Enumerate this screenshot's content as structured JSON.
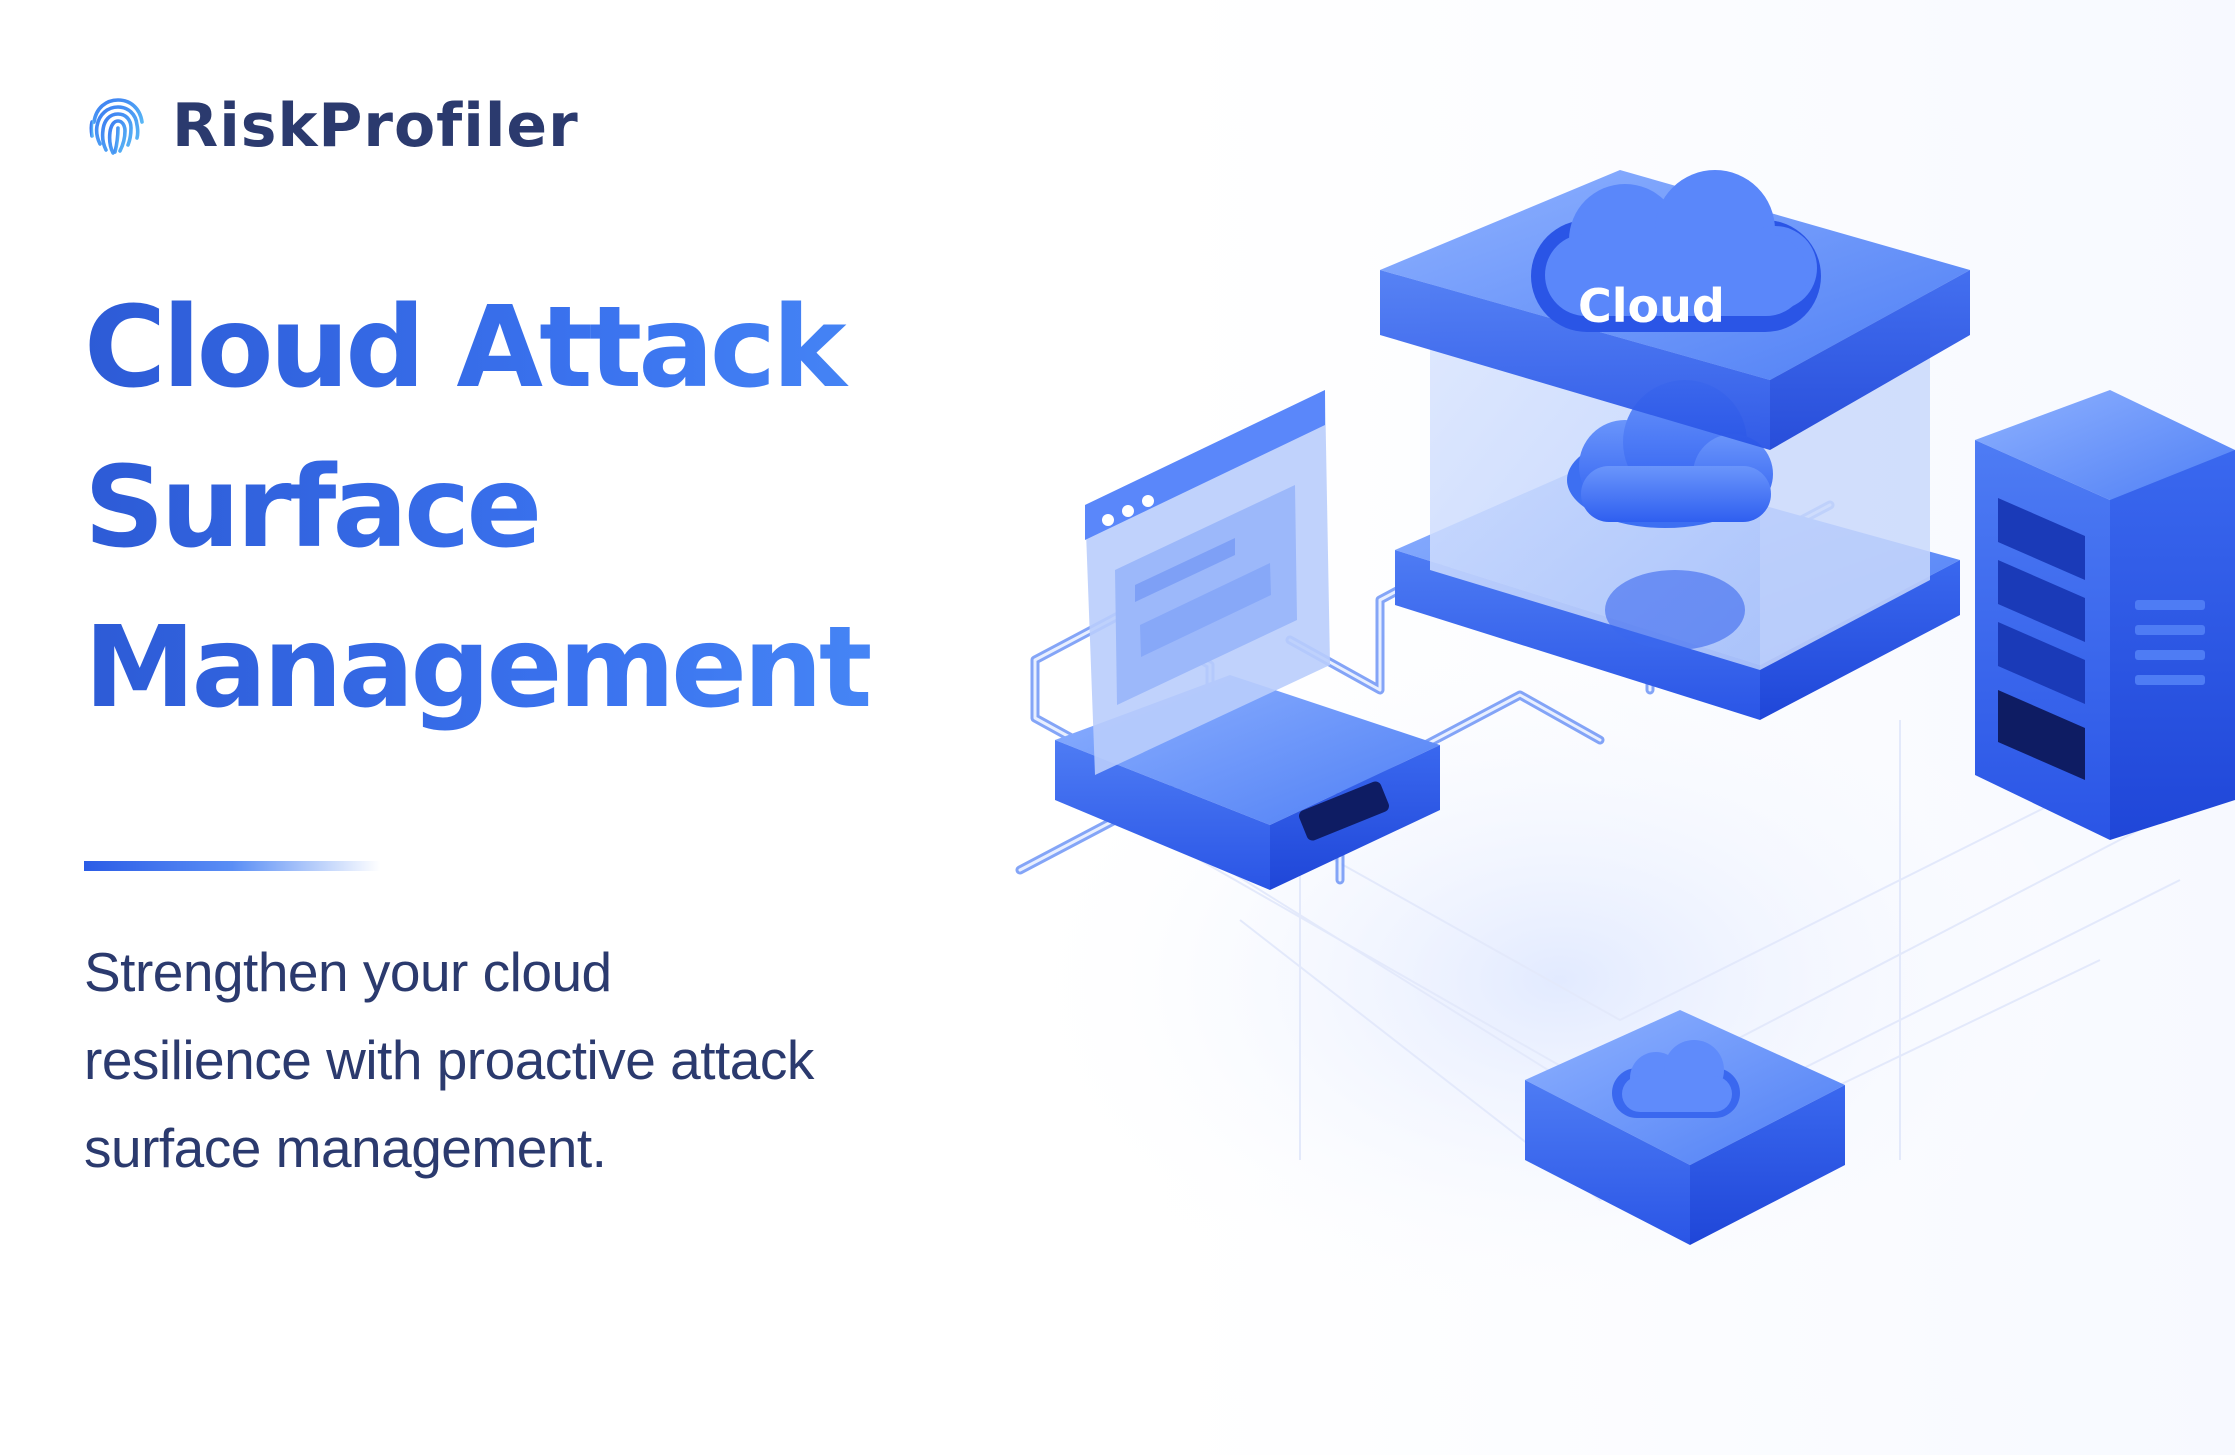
{
  "brand": {
    "name": "RiskProfiler",
    "icon": "fingerprint-icon"
  },
  "headline": {
    "lines": [
      "Cloud Attack",
      "Surface",
      "Management"
    ]
  },
  "subtitle": {
    "lines": [
      "Strengthen your cloud",
      "resilience with proactive attack",
      "surface management."
    ]
  },
  "illustration": {
    "cloud_label": "Cloud"
  },
  "colors": {
    "brand_navy": "#2b3a6e",
    "headline_blue": "#3a72ee",
    "accent_blue": "#2b5ce6",
    "glass_blue": "#3d6ff2"
  }
}
